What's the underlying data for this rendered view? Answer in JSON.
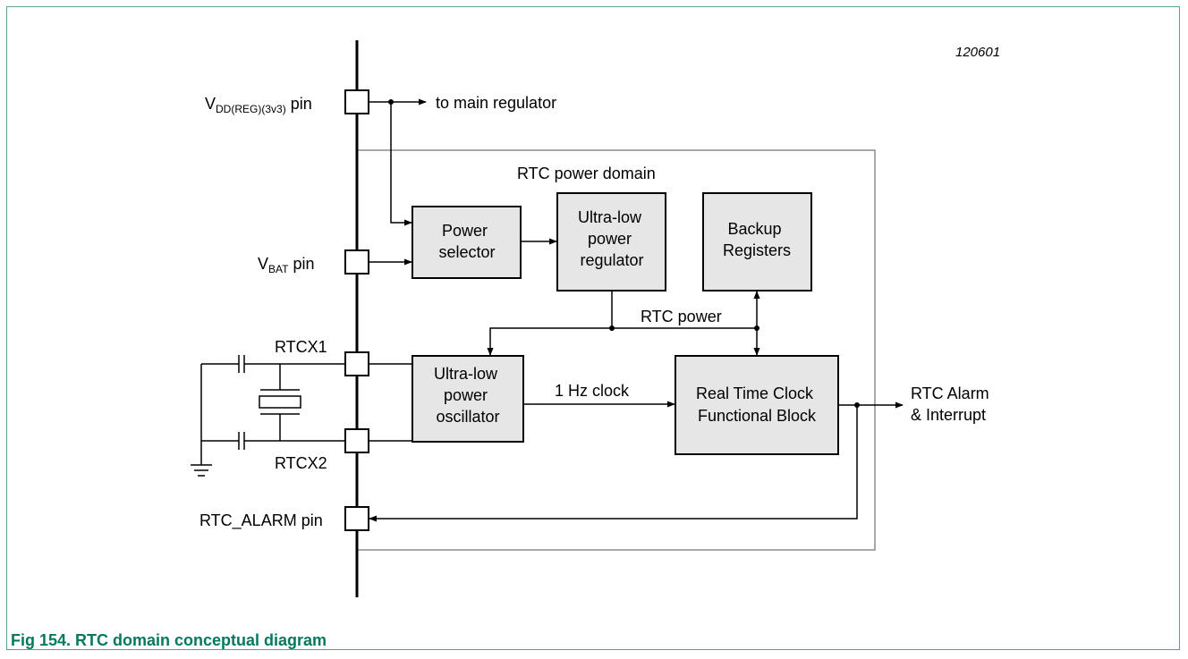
{
  "figure": {
    "reference_id": "120601",
    "caption": "Fig 154. RTC domain conceptual diagram"
  },
  "pins": {
    "vdd": {
      "main": "V",
      "sub": "DD(REG)(3v3)",
      "suffix": " pin"
    },
    "vbat": {
      "main": "V",
      "sub": "BAT",
      "suffix": " pin"
    },
    "rtcx1": "RTCX1",
    "rtcx2": "RTCX2",
    "rtc_alarm": "RTC_ALARM pin"
  },
  "domain_label": "RTC power domain",
  "blocks": {
    "power_selector": [
      "Power",
      "selector"
    ],
    "ulp_regulator": [
      "Ultra-low",
      "power",
      "regulator"
    ],
    "backup_registers": [
      "Backup",
      "Registers"
    ],
    "ulp_oscillator": [
      "Ultra-low",
      "power",
      "oscillator"
    ],
    "rtc_block": [
      "Real Time Clock",
      "Functional Block"
    ]
  },
  "signals": {
    "main_regulator": "to main regulator",
    "rtc_power": "RTC power",
    "clock": "1 Hz clock",
    "alarm_out": [
      "RTC Alarm",
      "& Interrupt"
    ]
  },
  "colors": {
    "frame": "#5aa08a",
    "caption": "#00795f",
    "block_fill": "#e6e6e6",
    "domain_border": "#8c8c8c"
  }
}
